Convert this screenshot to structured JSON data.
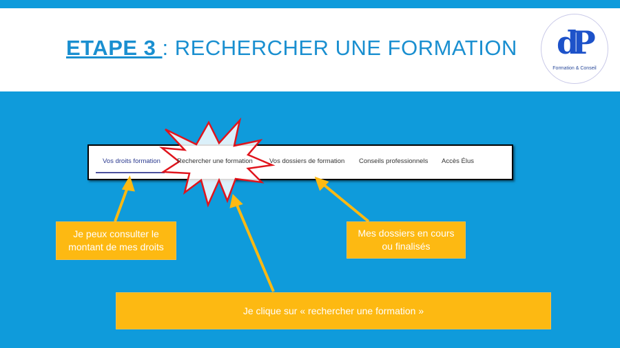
{
  "slide": {
    "title_bold": "ETAPE 3 ",
    "title_rest": ": RECHERCHER UNE FORMATION"
  },
  "logo": {
    "mark": "dP",
    "caption": "Formation & Conseil"
  },
  "tabs": [
    {
      "label": "Vos droits formation"
    },
    {
      "label": "Rechercher une formation"
    },
    {
      "label": "Vos dossiers de formation"
    },
    {
      "label": "Conseils professionnels"
    },
    {
      "label": "Accès Élus"
    }
  ],
  "callouts": {
    "droits": "Je peux consulter le montant de mes droits",
    "dossiers": "Mes dossiers en cours ou finalisés",
    "recherche": "Je clique sur « rechercher une formation »"
  },
  "colors": {
    "background": "#0f9bdb",
    "callout": "#fdb912",
    "burst": "#e0141c"
  }
}
